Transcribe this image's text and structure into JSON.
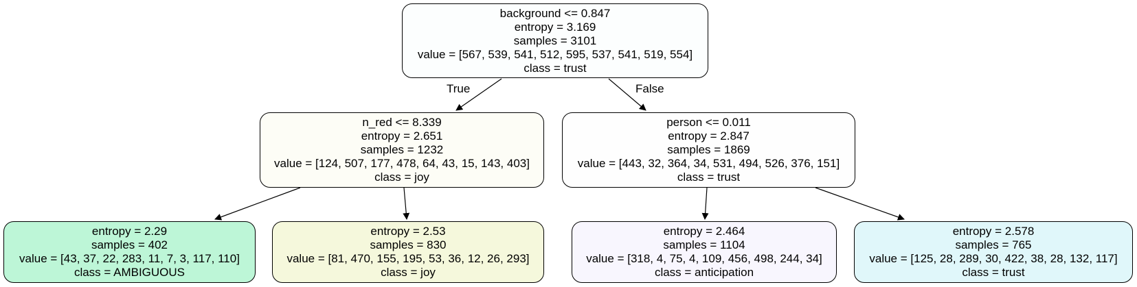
{
  "tree": {
    "root": {
      "split": "background <= 0.847",
      "entropy": "entropy = 3.169",
      "samples": "samples = 3101",
      "value": "value = [567, 539, 541, 512, 595, 537, 541, 519, 554]",
      "class": "class = trust",
      "color": "#fcfefe"
    },
    "edge_true_label": "True",
    "edge_false_label": "False",
    "left": {
      "split": "n_red <= 8.339",
      "entropy": "entropy = 2.651",
      "samples": "samples = 1232",
      "value": "value = [124, 507, 177, 478, 64, 43, 15, 143, 403]",
      "class": "class = joy",
      "color": "#fdfdf6"
    },
    "right": {
      "split": "person <= 0.011",
      "entropy": "entropy = 2.847",
      "samples": "samples = 1869",
      "value": "value = [443, 32, 364, 34, 531, 494, 526, 376, 151]",
      "class": "class = trust",
      "color": "#fefefe"
    },
    "left_left": {
      "entropy": "entropy = 2.29",
      "samples": "samples = 402",
      "value": "value = [43, 37, 22, 283, 11, 7, 3, 117, 110]",
      "class": "class = AMBIGUOUS",
      "color": "#bdf6d7"
    },
    "left_right": {
      "entropy": "entropy = 2.53",
      "samples": "samples = 830",
      "value": "value = [81, 470, 155, 195, 53, 36, 12, 26, 293]",
      "class": "class = joy",
      "color": "#f5f8dc"
    },
    "right_left": {
      "entropy": "entropy = 2.464",
      "samples": "samples = 1104",
      "value": "value = [318, 4, 75, 4, 109, 456, 498, 244, 34]",
      "class": "class = anticipation",
      "color": "#f8f6fe"
    },
    "right_right": {
      "entropy": "entropy = 2.578",
      "samples": "samples = 765",
      "value": "value = [125, 28, 289, 30, 422, 38, 28, 132, 117]",
      "class": "class = trust",
      "color": "#e0f7fa"
    }
  }
}
